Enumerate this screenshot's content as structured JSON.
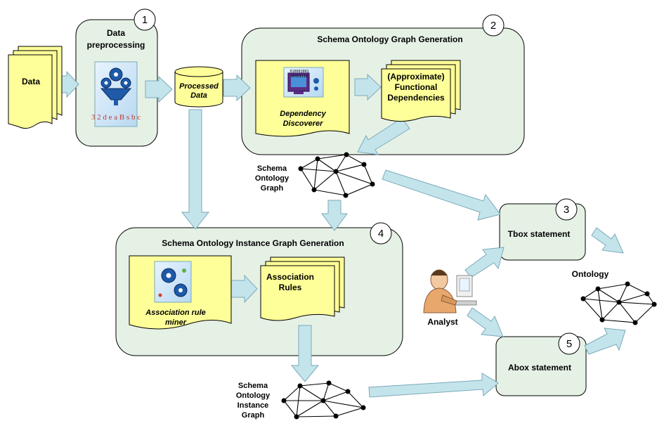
{
  "nodes": {
    "data": "Data",
    "preprocessing": [
      "Data",
      "preprocessing"
    ],
    "processed_data": [
      "Processed",
      "Data"
    ],
    "schema_gen_title": "Schema Ontology Graph Generation",
    "dependency_discoverer": [
      "Dependency",
      "Discoverer"
    ],
    "functional_dependencies": [
      "(Approximate)",
      "Functional",
      "Dependencies"
    ],
    "schema_ontology_graph": [
      "Schema",
      "Ontology",
      "Graph"
    ],
    "instance_gen_title": "Schema Ontology Instance  Graph Generation",
    "association_rule_miner": [
      "Association rule",
      "miner"
    ],
    "association_rules": [
      "Association",
      "Rules"
    ],
    "schema_ontology_instance_graph": [
      "Schema",
      "Ontology",
      "Instance",
      "Graph"
    ],
    "tbox": "Tbox statement",
    "abox": "Abox statement",
    "analyst": "Analyst",
    "ontology": "Ontology"
  },
  "step_numbers": [
    "1",
    "2",
    "3",
    "4",
    "5"
  ],
  "decor_text": {
    "binary": [
      "010001001",
      "00101110"
    ],
    "letters": "3 2 d e a B s b c"
  },
  "colors": {
    "panel_fill": "#e6f1e6",
    "doc_fill": "#ffff99",
    "arrow_fill": "#c4e4ec",
    "arrow_stroke": "#7aaab8",
    "stroke": "#000000"
  }
}
